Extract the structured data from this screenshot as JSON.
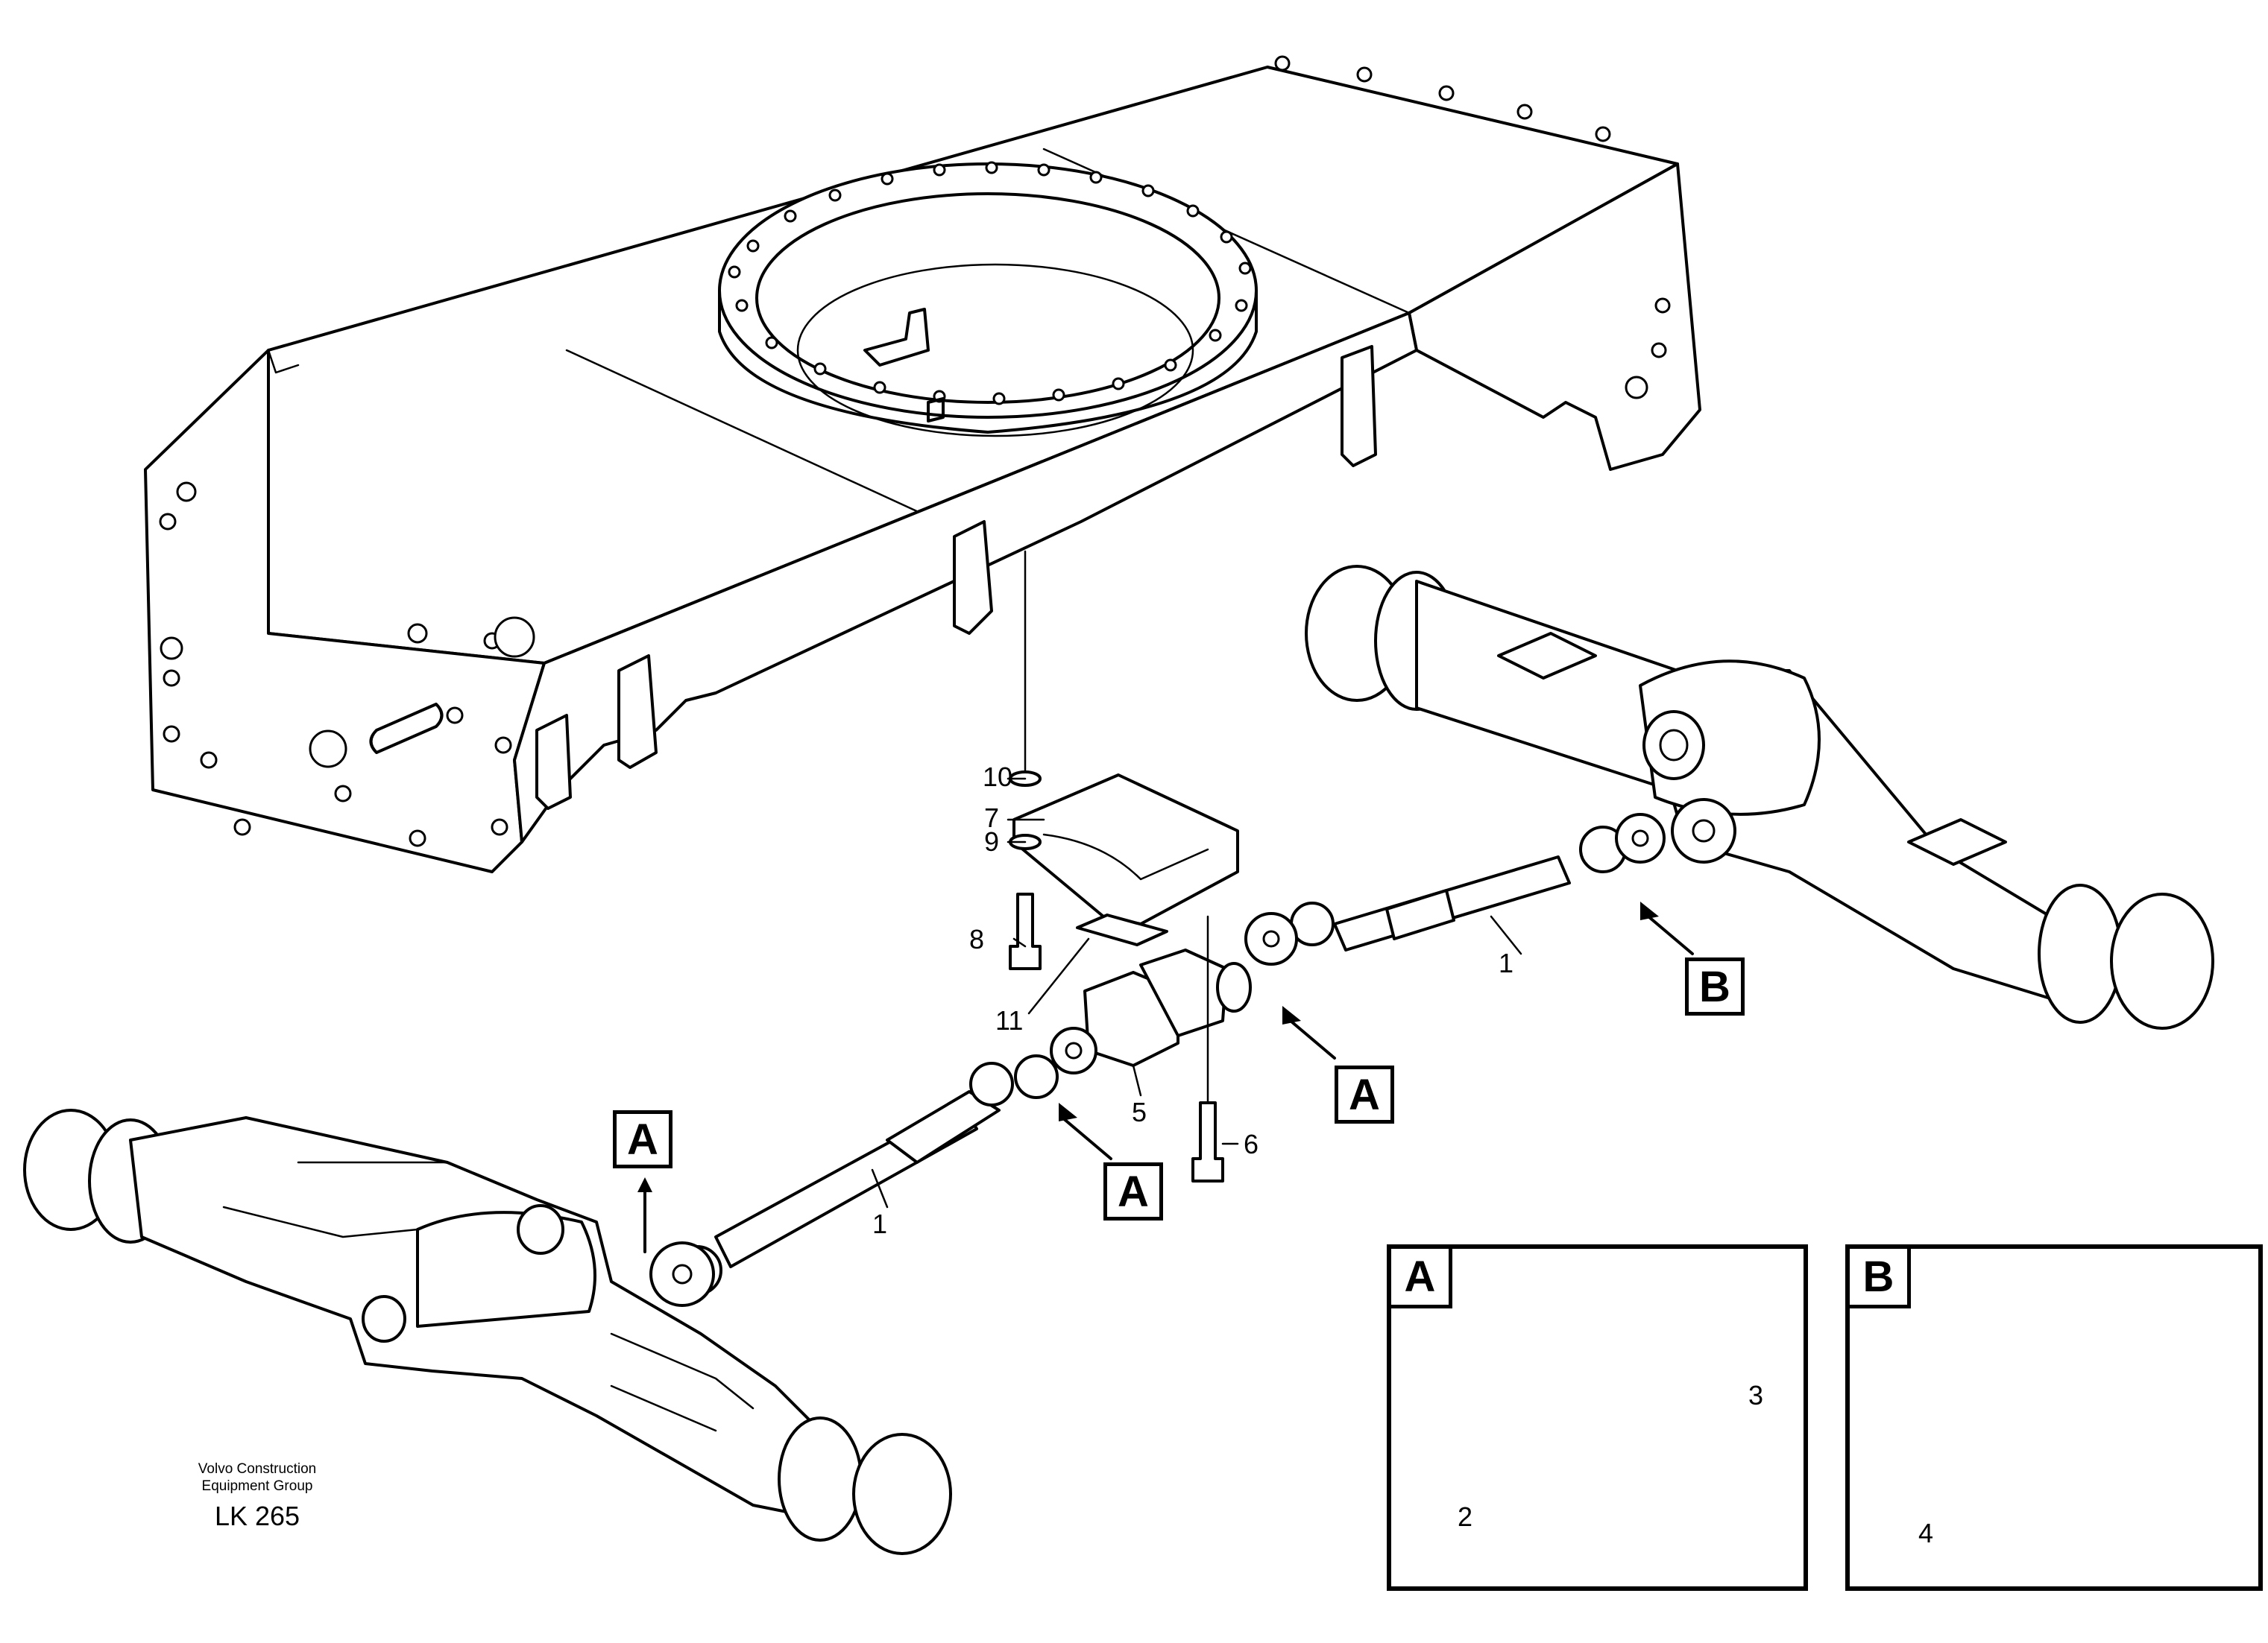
{
  "callouts": {
    "c1_upper": "1",
    "c1_lower": "1",
    "c5": "5",
    "c6": "6",
    "c7": "7",
    "c8": "8",
    "c9": "9",
    "c10": "10",
    "c11": "11"
  },
  "section_refs": {
    "a_front_axle": "A",
    "a_center_lower": "A",
    "a_center_right": "A",
    "b_rear_axle": "B"
  },
  "detail_a": {
    "tag": "A",
    "callouts": {
      "bolt": "2",
      "nut": "3"
    }
  },
  "detail_b": {
    "tag": "B",
    "callouts": {
      "nut": "4"
    }
  },
  "footer": {
    "line1": "Volvo Construction",
    "line2": "Equipment Group",
    "code": "LK 265"
  }
}
